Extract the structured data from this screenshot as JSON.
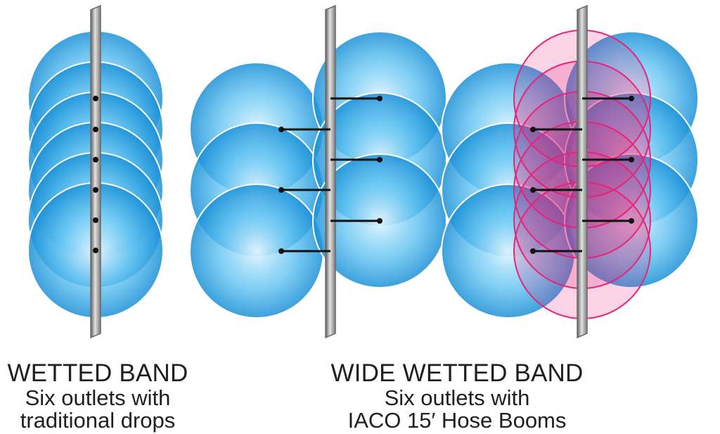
{
  "captions": {
    "left": {
      "title": "WETTED BAND",
      "line1": "Six outlets with",
      "line2": "traditional drops"
    },
    "right": {
      "title": "WIDE WETTED BAND",
      "line1": "Six outlets with",
      "line2": "IACO 15′ Hose Booms"
    }
  },
  "panels": [
    {
      "name": "traditional-drops",
      "outlets": 6,
      "booms": false,
      "overlay": false
    },
    {
      "name": "hose-booms",
      "outlets": 6,
      "booms": true,
      "overlay": false
    },
    {
      "name": "hose-booms-with-overlay",
      "outlets": 6,
      "booms": true,
      "overlay": true
    }
  ],
  "colors": {
    "spray_blue_light": "#e6f6ff",
    "spray_blue_mid": "#5ec3f3",
    "spray_blue_dark": "#1a8fd6",
    "spray_outline": "#ffffff",
    "overlay_pink": "#e8237a",
    "pipe_light": "#d4d4d4",
    "pipe_dark": "#6b6b6b",
    "boom": "#111111",
    "text": "#1f1f1f"
  }
}
